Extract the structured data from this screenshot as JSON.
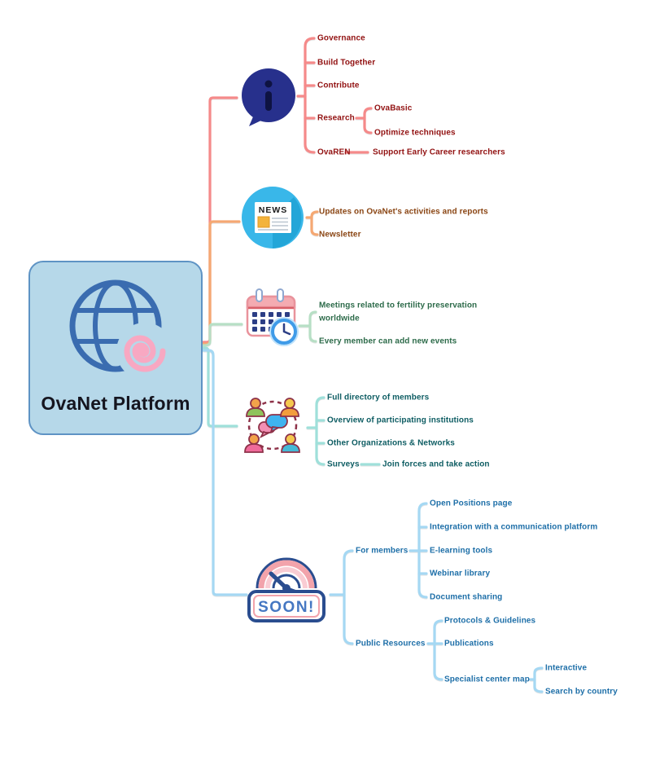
{
  "root": {
    "label": "OvaNet Platform"
  },
  "colors": {
    "canvas_bg": "#ffffff",
    "node_bg": "#b6d8e9",
    "node_text": "#15151f",
    "branch_about_line": "#f58a8a",
    "branch_about_text": "#921212",
    "branch_news_line": "#f5a873",
    "branch_news_text": "#8a4513",
    "branch_events_line": "#b7dfc5",
    "branch_events_text": "#2d6b4a",
    "branch_members_line": "#9fe0da",
    "branch_members_text": "#0e5d63",
    "branch_soon_line": "#a5d8f3",
    "branch_soon_text": "#1e6fa8"
  },
  "branches": [
    {
      "icon": "info-speech-bubble-icon",
      "items": [
        {
          "label": "Governance"
        },
        {
          "label": "Build Together"
        },
        {
          "label": "Contribute"
        },
        {
          "label": "Research",
          "children": [
            {
              "label": "OvaBasic"
            },
            {
              "label": "Optimize techniques"
            }
          ]
        },
        {
          "label": "OvaREN",
          "children": [
            {
              "label": "Support Early Career researchers"
            }
          ]
        }
      ]
    },
    {
      "icon": "newspaper-icon",
      "icon_text": "NEWS",
      "items": [
        {
          "label": "Updates on OvaNet's activities and reports"
        },
        {
          "label": "Newsletter"
        }
      ]
    },
    {
      "icon": "calendar-clock-icon",
      "items": [
        {
          "label": "Meetings related to fertility preservation worldwide"
        },
        {
          "label": "Every member can add new events"
        }
      ]
    },
    {
      "icon": "group-discussion-icon",
      "items": [
        {
          "label": "Full directory of members"
        },
        {
          "label": "Overview of participating institutions"
        },
        {
          "label": "Other Organizations & Networks"
        },
        {
          "label": "Surveys",
          "children": [
            {
              "label": "Join forces and take action"
            }
          ]
        }
      ]
    },
    {
      "icon": "coming-soon-gauge-icon",
      "icon_text": "SOON!",
      "items": [
        {
          "label": "For members",
          "children": [
            {
              "label": "Open Positions page"
            },
            {
              "label": "Integration with a communication platform"
            },
            {
              "label": "E-learning tools"
            },
            {
              "label": "Webinar library"
            },
            {
              "label": "Document sharing"
            }
          ]
        },
        {
          "label": "Public Resources",
          "children": [
            {
              "label": "Protocols & Guidelines"
            },
            {
              "label": "Publications"
            },
            {
              "label": "Specialist center map",
              "children": [
                {
                  "label": "Interactive"
                },
                {
                  "label": "Search by country"
                }
              ]
            }
          ]
        }
      ]
    }
  ]
}
